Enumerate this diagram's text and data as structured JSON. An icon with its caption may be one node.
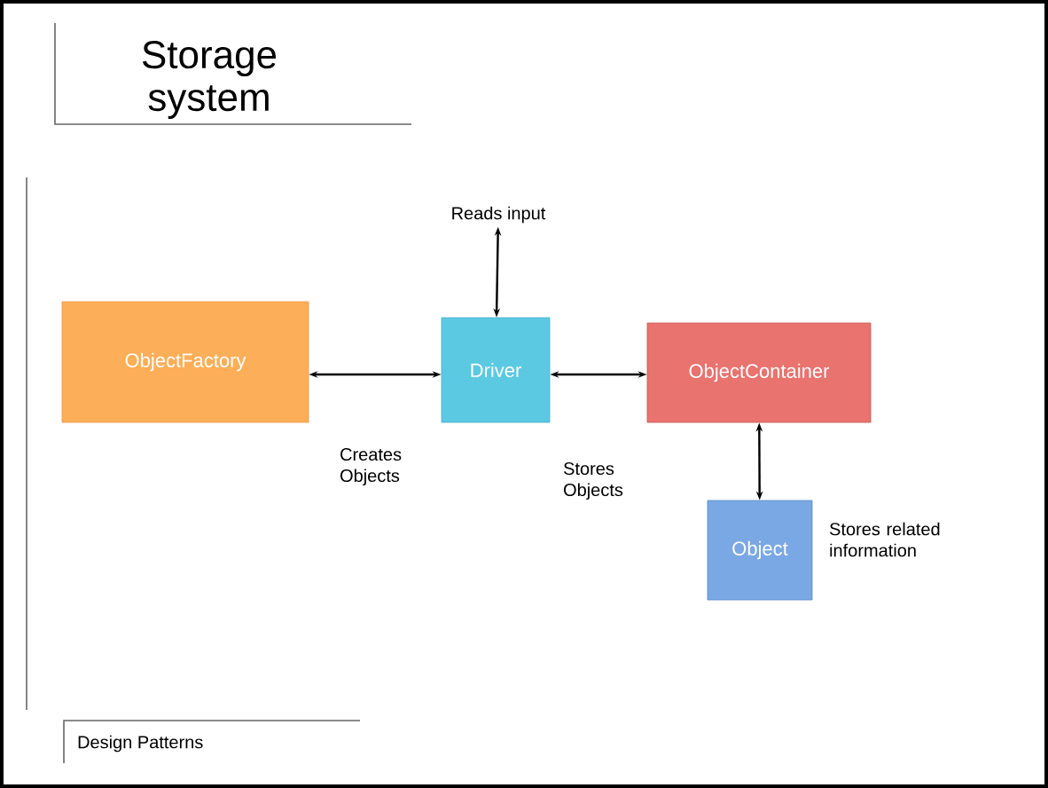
{
  "diagram": {
    "title": "Storage system",
    "nodes": [
      {
        "text": [
          "ObjectFactory"
        ]
      },
      {
        "text": [
          "Driver"
        ]
      },
      {
        "text": [
          "ObjectContainer"
        ]
      },
      {
        "text": [
          "Object"
        ],
        "beside": [
          "Stores related information"
        ]
      },
      {
        "text": [
          "Reads input"
        ]
      }
    ],
    "edges": [
      {
        "from": 0,
        "to": 1,
        "arrow": "both"
      },
      {
        "from": 1,
        "to": 2,
        "arrow": "both"
      },
      {
        "from": 1,
        "to": 4,
        "arrow": "both"
      },
      {
        "from": 2,
        "to": 3,
        "arrow": "both"
      }
    ],
    "labels": [
      "Creates Objects",
      "Stores Objects",
      "Design Patterns"
    ]
  }
}
